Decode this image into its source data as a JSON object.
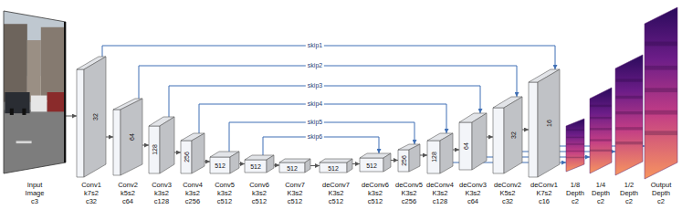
{
  "diagram": {
    "nodes": [
      {
        "text": [
          "Input Image c3"
        ]
      },
      {
        "text": [
          "32",
          "Conv1 k7s2 c32"
        ]
      },
      {
        "text": [
          "64",
          "Conv2 k5s2 c64"
        ]
      },
      {
        "text": [
          "128",
          "Conv3 k3s2 c128"
        ]
      },
      {
        "text": [
          "256",
          "Conv4 k3s2 c256"
        ]
      },
      {
        "text": [
          "512",
          "Conv5 k3s2 c512"
        ]
      },
      {
        "text": [
          "512",
          "Conv6 k3s2 c512"
        ]
      },
      {
        "text": [
          "512",
          "Conv7 K3s2 c512"
        ]
      },
      {
        "text": [
          "512",
          "deConv7 K3s2 c512"
        ]
      },
      {
        "text": [
          "512",
          "deConv6 k3s2 c512"
        ]
      },
      {
        "text": [
          "256",
          "deConv5 K3s2 c256"
        ]
      },
      {
        "text": [
          "128",
          "deConv4 K3s2 c128"
        ]
      },
      {
        "text": [
          "64",
          "deConv3 K3s2 c64"
        ]
      },
      {
        "text": [
          "32",
          "deConv2 K5s2 c32"
        ]
      },
      {
        "text": [
          "16",
          "deConv1 K7s2 c16"
        ]
      },
      {
        "text": [
          "1/8 Depth c2"
        ]
      },
      {
        "text": [
          "1/4 Depth c2"
        ]
      },
      {
        "text": [
          "1/2 Depth c2"
        ]
      },
      {
        "text": [
          "Output Depth c2"
        ]
      }
    ],
    "edges": [
      {
        "from": 0,
        "to": 1,
        "arrow": "to"
      },
      {
        "from": 1,
        "to": 2,
        "arrow": "to"
      },
      {
        "from": 2,
        "to": 3,
        "arrow": "to"
      },
      {
        "from": 3,
        "to": 4,
        "arrow": "to"
      },
      {
        "from": 4,
        "to": 5,
        "arrow": "to"
      },
      {
        "from": 5,
        "to": 6,
        "arrow": "to"
      },
      {
        "from": 6,
        "to": 7,
        "arrow": "to"
      },
      {
        "from": 7,
        "to": 8,
        "arrow": "to"
      },
      {
        "from": 8,
        "to": 9,
        "arrow": "to"
      },
      {
        "from": 9,
        "to": 10,
        "arrow": "to"
      },
      {
        "from": 10,
        "to": 11,
        "arrow": "to"
      },
      {
        "from": 11,
        "to": 12,
        "arrow": "to"
      },
      {
        "from": 12,
        "to": 13,
        "arrow": "to"
      },
      {
        "from": 13,
        "to": 14,
        "arrow": "to"
      },
      {
        "from": 1,
        "to": 14,
        "label": "skip1",
        "arrow": "to"
      },
      {
        "from": 2,
        "to": 13,
        "label": "skip2",
        "arrow": "to"
      },
      {
        "from": 3,
        "to": 12,
        "label": "skip3",
        "arrow": "to"
      },
      {
        "from": 4,
        "to": 11,
        "label": "skip4",
        "arrow": "to"
      },
      {
        "from": 5,
        "to": 10,
        "label": "skip5",
        "arrow": "to"
      },
      {
        "from": 6,
        "to": 9,
        "label": "skip6",
        "arrow": "to"
      },
      {
        "from": 11,
        "to": 15,
        "arrow": "to"
      },
      {
        "from": 12,
        "to": 16,
        "arrow": "to"
      },
      {
        "from": 13,
        "to": 17,
        "arrow": "to"
      },
      {
        "from": 14,
        "to": 18,
        "arrow": "to"
      }
    ]
  }
}
